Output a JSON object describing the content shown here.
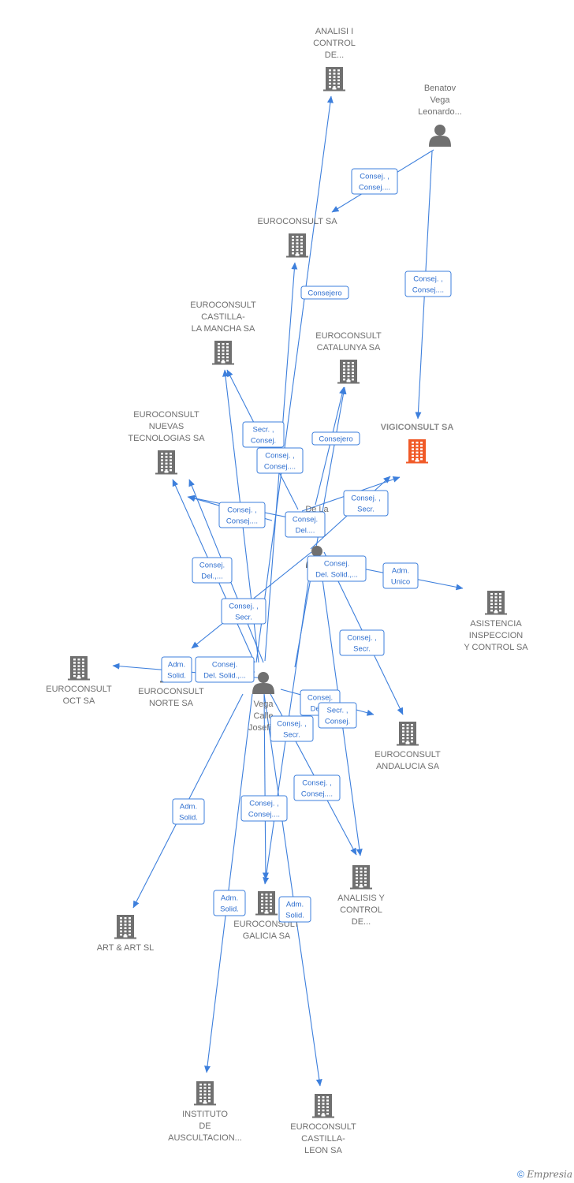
{
  "colors": {
    "edge": "#3d7fdc",
    "icon": "#707070",
    "highlight": "#f05a28",
    "label": "#6e6e6e"
  },
  "nodes": [
    {
      "id": "analisi",
      "type": "company",
      "lines": [
        "ANALISI I",
        "CONTROL",
        "DE..."
      ]
    },
    {
      "id": "benatov",
      "type": "person",
      "lines": [
        "Benatov",
        "Vega",
        "Leonardo..."
      ]
    },
    {
      "id": "euroconsult",
      "type": "company",
      "lines": [
        "EUROCONSULT SA"
      ]
    },
    {
      "id": "castilla_mancha",
      "type": "company",
      "lines": [
        "EUROCONSULT",
        "CASTILLA-",
        "LA MANCHA SA"
      ]
    },
    {
      "id": "catalunya",
      "type": "company",
      "lines": [
        "EUROCONSULT",
        "CATALUNYA SA"
      ]
    },
    {
      "id": "vigiconsult",
      "type": "company",
      "highlight": true,
      "lines": [
        "VIGICONSULT SA"
      ]
    },
    {
      "id": "nuevas",
      "type": "company",
      "lines": [
        "EUROCONSULT",
        "NUEVAS",
        "TECNOLOGIAS SA"
      ]
    },
    {
      "id": "delala",
      "type": "person",
      "lines": [
        "De La",
        "...a",
        "...o..."
      ]
    },
    {
      "id": "asistencia",
      "type": "company",
      "lines": [
        "ASISTENCIA",
        "INSPECCION",
        "Y CONTROL SA"
      ]
    },
    {
      "id": "oct",
      "type": "company",
      "lines": [
        "EUROCONSULT",
        "OCT SA"
      ]
    },
    {
      "id": "norte",
      "type": "company",
      "lines": [
        "EUROCONSULT",
        "NORTE SA"
      ]
    },
    {
      "id": "vega",
      "type": "person",
      "lines": [
        "Vega",
        "Calle",
        "Josefi..."
      ]
    },
    {
      "id": "andalucia",
      "type": "company",
      "lines": [
        "EUROCONSULT",
        "ANDALUCIA SA"
      ]
    },
    {
      "id": "analisis_y",
      "type": "company",
      "lines": [
        "ANALISIS Y",
        "CONTROL",
        "DE..."
      ]
    },
    {
      "id": "galicia",
      "type": "company",
      "lines": [
        "EUROCONSULT",
        "GALICIA SA"
      ]
    },
    {
      "id": "artart",
      "type": "company",
      "lines": [
        "ART & ART SL"
      ]
    },
    {
      "id": "instituto",
      "type": "company",
      "lines": [
        "INSTITUTO",
        "DE",
        "AUSCULTACION..."
      ]
    },
    {
      "id": "castilla_leon",
      "type": "company",
      "lines": [
        "EUROCONSULT",
        "CASTILLA-",
        "LEON SA"
      ]
    }
  ],
  "edge_labels": [
    {
      "lines": [
        "Consej. ,",
        "Consej...."
      ]
    },
    {
      "lines": [
        "Consejero"
      ]
    },
    {
      "lines": [
        "Consej. ,",
        "Consej...."
      ]
    },
    {
      "lines": [
        "Secr. ,",
        "Consej."
      ]
    },
    {
      "lines": [
        "Consej. ,",
        "Consej...."
      ]
    },
    {
      "lines": [
        "Consejero"
      ]
    },
    {
      "lines": [
        "Consej. ,",
        "Secr."
      ]
    },
    {
      "lines": [
        "Consej. ,",
        "Consej...."
      ]
    },
    {
      "lines": [
        "Consej.",
        "Del.,..."
      ]
    },
    {
      "lines": [
        "Consej.",
        "Del...."
      ]
    },
    {
      "lines": [
        "Consej.",
        "Del. Solid.,..."
      ]
    },
    {
      "lines": [
        "Adm.",
        "Unico"
      ]
    },
    {
      "lines": [
        "Consej. ,",
        "Secr."
      ]
    },
    {
      "lines": [
        "Consej. ,",
        "Secr."
      ]
    },
    {
      "lines": [
        "Adm.",
        "Solid."
      ]
    },
    {
      "lines": [
        "Consej.",
        "Del. Solid.,..."
      ]
    },
    {
      "lines": [
        "Consej.",
        "Del...."
      ]
    },
    {
      "lines": [
        "Secr. ,",
        "Consej."
      ]
    },
    {
      "lines": [
        "Consej. ,",
        "Secr."
      ]
    },
    {
      "lines": [
        "Consej. ,",
        "Consej...."
      ]
    },
    {
      "lines": [
        "Adm.",
        "Solid."
      ]
    },
    {
      "lines": [
        "Consej. ,",
        "Consej...."
      ]
    },
    {
      "lines": [
        "Adm.",
        "Solid."
      ]
    },
    {
      "lines": [
        "Adm.",
        "Solid."
      ]
    }
  ],
  "footer": {
    "copyright": "©",
    "brand": "Empresia"
  }
}
